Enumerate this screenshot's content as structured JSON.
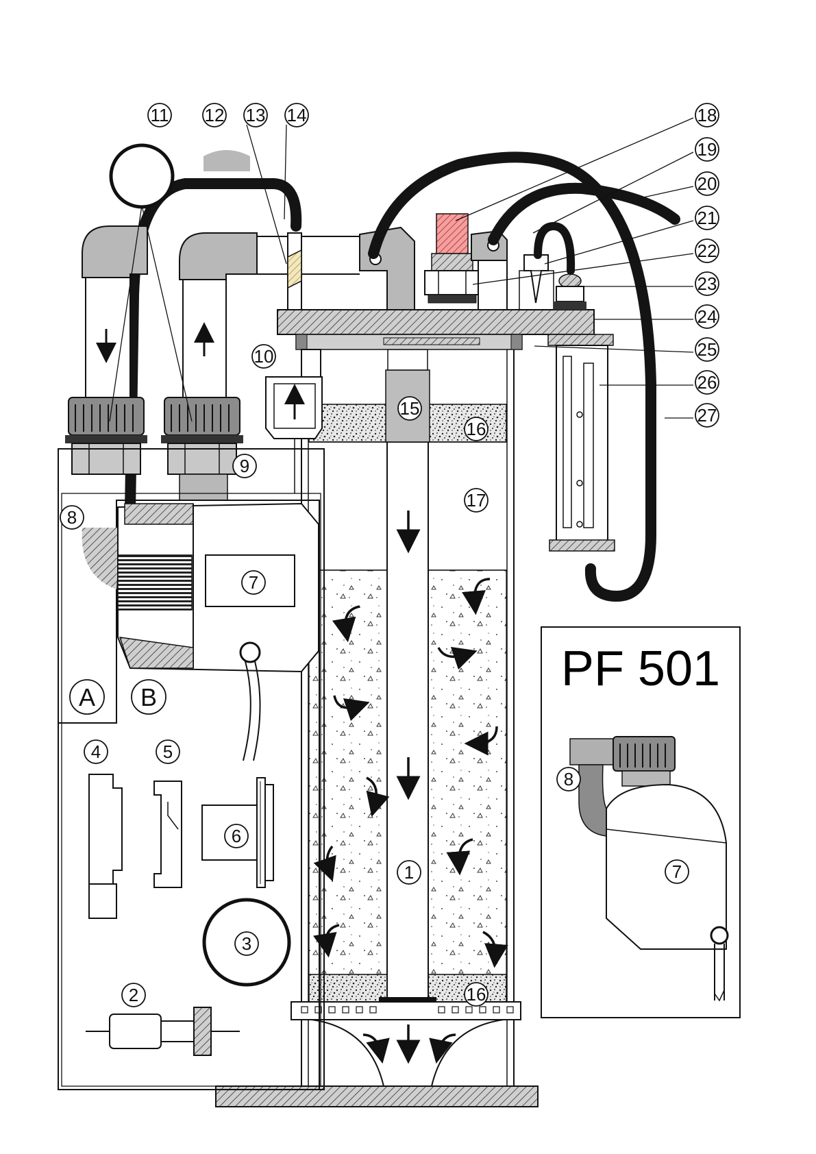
{
  "diagram": {
    "model_label": "PF 501",
    "section_labels": {
      "a": "A",
      "b": "B"
    },
    "callouts": {
      "c1": "1",
      "c2": "2",
      "c3": "3",
      "c4": "4",
      "c5": "5",
      "c6": "6",
      "c7": "7",
      "c8": "8",
      "c9": "9",
      "c10": "10",
      "c11": "11",
      "c12": "12",
      "c13": "13",
      "c14": "14",
      "c15": "15",
      "c16": "16",
      "c17": "17",
      "c18": "18",
      "c19": "19",
      "c20": "20",
      "c21": "21",
      "c22": "22",
      "c23": "23",
      "c24": "24",
      "c25": "25",
      "c26": "26",
      "c27": "27"
    },
    "colors": {
      "line": "#111111",
      "part_gray": "#b8b8b8",
      "dark_gray": "#8c8c8c",
      "hose": "#141414",
      "red_part": "#e05050",
      "yellow_part": "#e8d7a0"
    }
  }
}
